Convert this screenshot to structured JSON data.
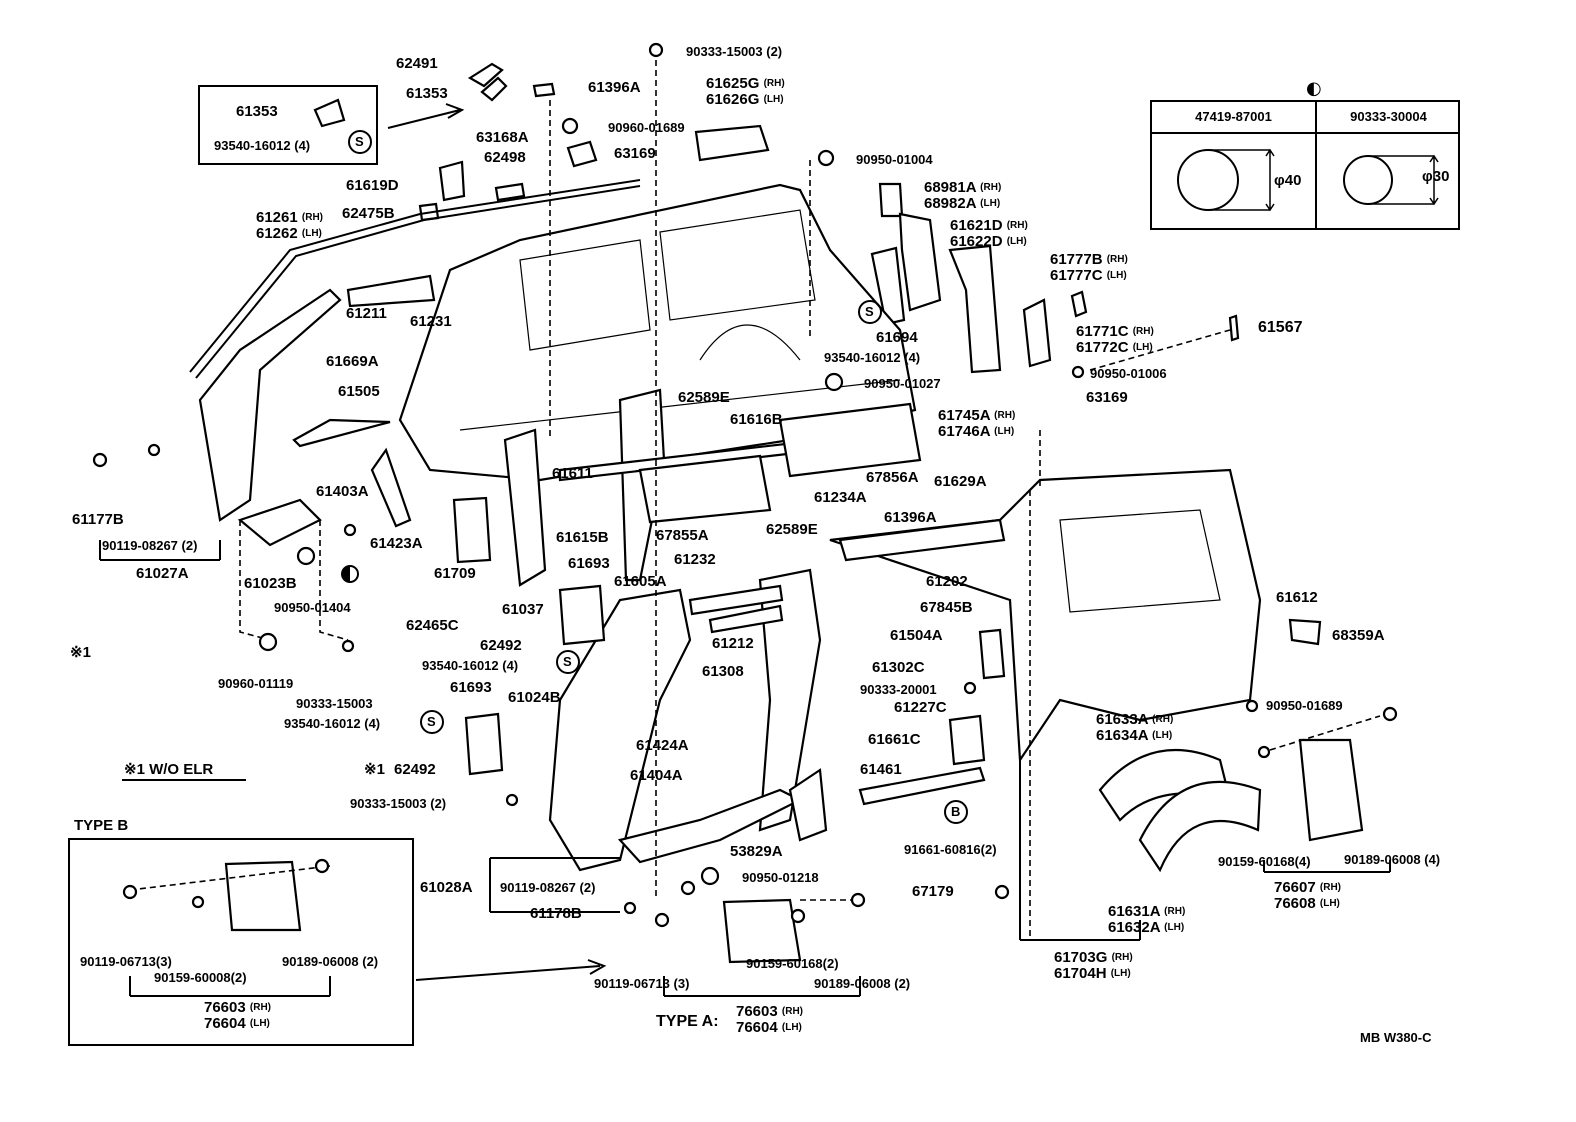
{
  "table": {
    "symbol": "◐",
    "col1_part": "47419-87001",
    "col2_part": "90333-30004",
    "col1_dim": "φ40",
    "col2_dim": "φ30"
  },
  "type_b": {
    "title": "TYPE B"
  },
  "type_a": {
    "title": "TYPE A:"
  },
  "note": "※1 W/O ELR",
  "ref": "MB W380-C",
  "labels": {
    "l62491": "62491",
    "l61353a": "61353",
    "l61353b": "61353",
    "l93540a": "93540-16012 (4)",
    "l90333_15003_2_top": "90333-15003 (2)",
    "l61396a_top": "61396A",
    "l61625g": "61625G",
    "l61626g": "61626G",
    "l90960_01689": "90960-01689",
    "l63168a": "63168A",
    "l63169a": "63169",
    "l62498": "62498",
    "l90950_01004": "90950-01004",
    "l61619d": "61619D",
    "l62475b": "62475B",
    "l68981a": "68981A",
    "l68982a": "68982A",
    "l61261": "61261",
    "l61262": "61262",
    "l61621d": "61621D",
    "l61622d": "61622D",
    "l61777b": "61777B",
    "l61777c": "61777C",
    "l61211": "61211",
    "l61231": "61231",
    "l61694": "61694",
    "l61771c": "61771C",
    "l61772c": "61772C",
    "l61567": "61567",
    "l61669a": "61669A",
    "l93540b": "93540-16012 (4)",
    "l90950_01006": "90950-01006",
    "l90950_01027": "90950-01027",
    "l61505": "61505",
    "l63169b": "63169",
    "l62589e_a": "62589E",
    "l61616b": "61616B",
    "l61745a": "61745A",
    "l61746a": "61746A",
    "l61611": "61611",
    "l67856a": "67856A",
    "l61629a": "61629A",
    "l61403a": "61403A",
    "l61234a": "61234A",
    "l61177b": "61177B",
    "l62589e_b": "62589E",
    "l61396a_b": "61396A",
    "l61423a": "61423A",
    "l61615b": "61615B",
    "l67855a": "67855A",
    "l90119_08267_2a": "90119-08267 (2)",
    "l61027a": "61027A",
    "l61693a": "61693",
    "l61232": "61232",
    "l61202": "61202",
    "l61709": "61709",
    "l61605a": "61605A",
    "l61023b": "61023B",
    "l61037": "61037",
    "l67845b": "67845B",
    "l61612": "61612",
    "l90950_01404": "90950-01404",
    "l62465c": "62465C",
    "l61212": "61212",
    "l62492a": "62492",
    "l61504a": "61504A",
    "l68359a": "68359A",
    "l93540c": "93540-16012 (4)",
    "l61308": "61308",
    "l61302c": "61302C",
    "l90960_01119": "90960-01119",
    "l90333_20001": "90333-20001",
    "l61693b": "61693",
    "l61024b": "61024B",
    "l90333_15003": "90333-15003",
    "l61227c": "61227C",
    "l90950_01689": "90950-01689",
    "l93540d": "93540-16012 (4)",
    "l61633a": "61633A",
    "l61634a": "61634A",
    "l61661c": "61661C",
    "l62492b": "62492",
    "l61424a": "61424A",
    "l61461": "61461",
    "l61404a": "61404A",
    "l90333_15003_2_b": "90333-15003 (2)",
    "l53829a": "53829A",
    "l91661": "91661-60816(2)",
    "l90159_60168_4": "90159-60168(4)",
    "l90189_06008_4": "90189-06008 (4)",
    "l90950_01218": "90950-01218",
    "l61028a": "61028A",
    "l90119_08267_2b": "90119-08267 (2)",
    "l67179": "67179",
    "l76607": "76607",
    "l76608": "76608",
    "l61178b": "61178B",
    "l61631a": "61631A",
    "l61632a": "61632A",
    "l90119_06713_3b": "90119-06713(3)",
    "l90189_06008_2b": "90189-06008 (2)",
    "l90159_60008": "90159-60008(2)",
    "l76603b": "76603",
    "l76604b": "76604",
    "l90159_60168_2": "90159-60168(2)",
    "l61703g": "61703G",
    "l61704h": "61704H",
    "l90119_06713_3a": "90119-06713 (3)",
    "l90189_06008_2a": "90189-06008 (2)",
    "l76603a": "76603",
    "l76604a": "76604"
  },
  "tags": {
    "rh": "(RH)",
    "lh": "(LH)"
  },
  "markers": {
    "s": "S",
    "b": "B",
    "half": "◐",
    "asterisk": "※1"
  }
}
